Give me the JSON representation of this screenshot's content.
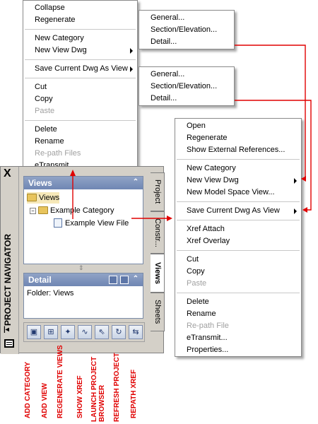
{
  "menu_top": {
    "items": [
      {
        "label": "Collapse"
      },
      {
        "label": "Regenerate"
      },
      {
        "label": "New Category"
      },
      {
        "label": "New View Dwg"
      },
      {
        "label": "Save Current Dwg As View"
      },
      {
        "label": "Cut"
      },
      {
        "label": "Copy"
      },
      {
        "label": "Paste"
      },
      {
        "label": "Delete"
      },
      {
        "label": "Rename"
      },
      {
        "label": "Re-path Files"
      },
      {
        "label": "eTransmit..."
      }
    ]
  },
  "submenu_new_view": {
    "items": [
      "General...",
      "Section/Elevation...",
      "Detail..."
    ]
  },
  "submenu_save_view": {
    "items": [
      "General...",
      "Section/Elevation...",
      "Detail..."
    ]
  },
  "menu_right": {
    "items": [
      {
        "label": "Open"
      },
      {
        "label": "Regenerate"
      },
      {
        "label": "Show External References..."
      },
      {
        "label": "New Category"
      },
      {
        "label": "New View Dwg"
      },
      {
        "label": "New Model Space View..."
      },
      {
        "label": "Save Current Dwg As View"
      },
      {
        "label": "Xref Attach"
      },
      {
        "label": "Xref Overlay"
      },
      {
        "label": "Cut"
      },
      {
        "label": "Copy"
      },
      {
        "label": "Paste"
      },
      {
        "label": "Delete"
      },
      {
        "label": "Rename"
      },
      {
        "label": "Re-path File"
      },
      {
        "label": "eTransmit..."
      },
      {
        "label": "Properties..."
      }
    ]
  },
  "palette": {
    "close": "X",
    "title": "PROJECT NAVIGATOR",
    "views_panel": {
      "header": "Views",
      "tree": {
        "root": "Views",
        "category": "Example Category",
        "file": "Example View File"
      }
    },
    "detail_panel": {
      "header": "Detail",
      "text": "Folder: Views"
    },
    "tabs": [
      "Project",
      "Constr...",
      "Views",
      "Sheets"
    ]
  },
  "toolbar_labels": [
    "ADD CATEGORY",
    "ADD VIEW",
    "REGENERATE VIEWS",
    "SHOW XREF",
    "LAUNCH PROJECT BROWSER",
    "REFRESH PROJECT",
    "REPATH XREF"
  ],
  "colors": {
    "annotation": "#e00000",
    "panel_header": "#7a8fba"
  },
  "icons": {
    "collapse": "chevron-up-icon",
    "panel_toggle": "double-chevron-up-icon"
  }
}
